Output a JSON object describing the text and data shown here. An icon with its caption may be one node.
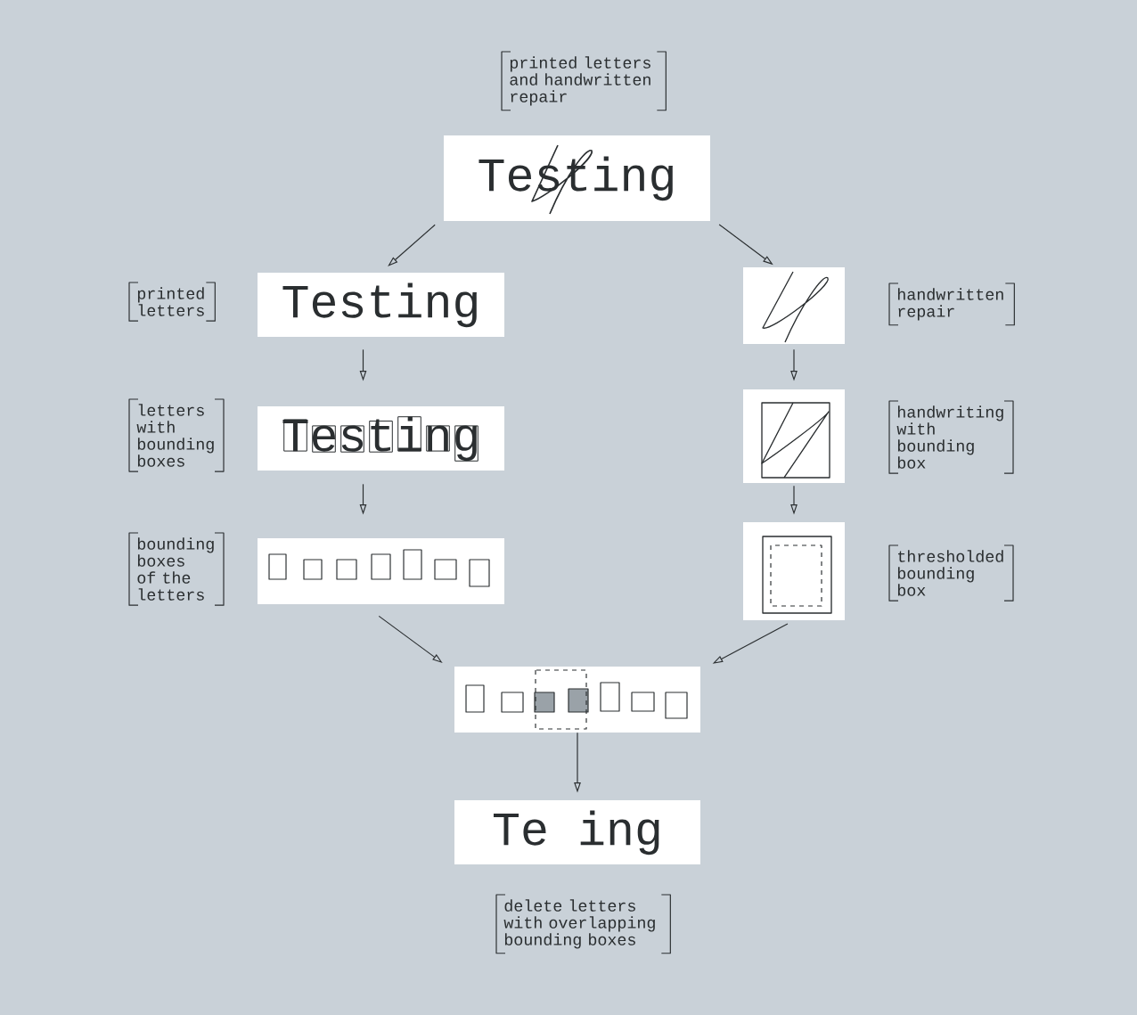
{
  "diagram": {
    "nodes": [
      {
        "text": [
          "Testing"
        ],
        "beside": [
          "printed letters and handwritten repair"
        ]
      },
      {
        "text": [
          "Testing"
        ],
        "beside": [
          "printed letters"
        ]
      },
      {
        "text": [],
        "shape": "picture",
        "beside": [
          "handwritten repair"
        ]
      },
      {
        "text": [
          "Testing"
        ],
        "beside": [
          "letters with bounding boxes"
        ]
      },
      {
        "text": [],
        "shape": "picture",
        "beside": [
          "handwriting with bounding box"
        ]
      },
      {
        "text": [],
        "shape": "picture",
        "beside": [
          "bounding boxes of the letters"
        ]
      },
      {
        "text": [],
        "shape": "picture",
        "beside": [
          "thresholded bounding box"
        ]
      },
      {
        "text": [],
        "shape": "picture"
      },
      {
        "text": [
          "Te ing"
        ],
        "beside": [
          "delete letters with overlapping bounding boxes"
        ]
      }
    ],
    "edges": [
      {
        "from": 0,
        "to": 1,
        "arrow": "to"
      },
      {
        "from": 0,
        "to": 2,
        "arrow": "to"
      },
      {
        "from": 1,
        "to": 3,
        "arrow": "to"
      },
      {
        "from": 2,
        "to": 4,
        "arrow": "to"
      },
      {
        "from": 3,
        "to": 5,
        "arrow": "to"
      },
      {
        "from": 4,
        "to": 6,
        "arrow": "to"
      },
      {
        "from": 5,
        "to": 7,
        "arrow": "to"
      },
      {
        "from": 6,
        "to": 7,
        "arrow": "to"
      },
      {
        "from": 7,
        "to": 8,
        "arrow": "to"
      }
    ]
  }
}
